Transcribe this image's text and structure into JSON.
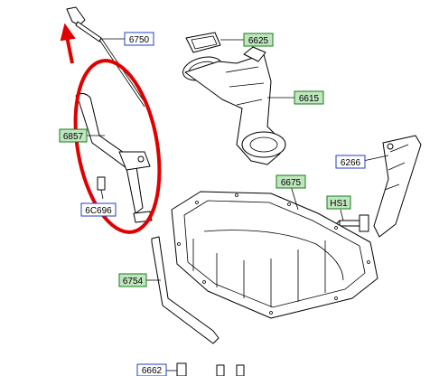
{
  "callouts": {
    "c6750": "6750",
    "c6625": "6625",
    "c6615": "6615",
    "c6857": "6857",
    "c6266": "6266",
    "c6675": "6675",
    "cHS1": "HS1",
    "c6C696": "6C696",
    "c6754": "6754",
    "c6662": "6662"
  },
  "colors": {
    "highlight": "#e00000",
    "blue_box": "#1f3fbf",
    "green_box": "#bfe6bf"
  }
}
